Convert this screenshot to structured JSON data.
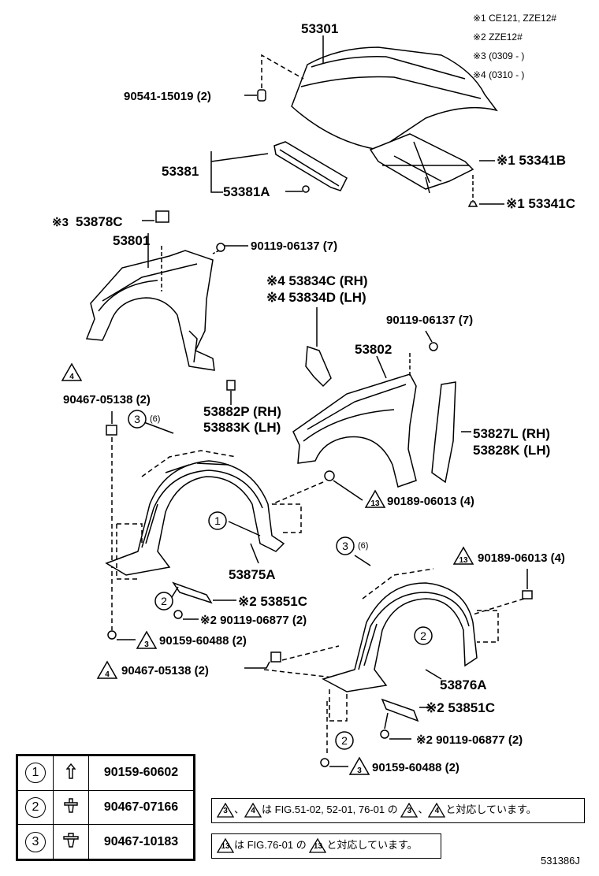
{
  "notes": {
    "n1": "※1 CE121, ZZE12#",
    "n2": "※2 ZZE12#",
    "n3": "※3 (0309 -       )",
    "n4": "※4 (0310 -       )"
  },
  "parts": {
    "hood": "53301",
    "hood_clip": "90541-15019 (2)",
    "seal": "53381",
    "seal_clip": "53381A",
    "insulator": "※1 53341B",
    "insulator_clip": "※1 53341C",
    "fender_liner_cap": "53878C",
    "fender_liner_cap_mark": "※3",
    "fender_rh": "53801",
    "bolt_upper_rh": "90119-06137 (7)",
    "bracket_rh": "※4 53834C (RH)",
    "bracket_lh": "※4 53834D (LH)",
    "bolt_upper_lh": "90119-06137 (7)",
    "fender_lh": "53802",
    "clip_a4": "90467-05138 (2)",
    "pad_rh": "53882P (RH)",
    "pad_lh": "53883K (LH)",
    "seal_rh": "53827L (RH)",
    "seal_lh": "53828K (LH)",
    "clip_a13_left": "90189-06013 (4)",
    "liner_rh": "53875A",
    "clip_a13_right": "90189-06013 (4)",
    "mudguard_rh": "※2 53851C",
    "bolt_rh": "※2 90119-06877 (2)",
    "screw_rh": "90159-60488 (2)",
    "clip_rh_bottom": "90467-05138 (2)",
    "liner_lh": "53876A",
    "mudguard_lh": "※2 53851C",
    "bolt_lh": "※2 90119-06877 (2)",
    "screw_lh": "90159-60488 (2)"
  },
  "callouts": {
    "tri4": "4",
    "tri3": "3",
    "tri13": "13",
    "c1": "1",
    "c2": "2",
    "c3": "3",
    "c3_qty": "(6)"
  },
  "legend": [
    {
      "num": "1",
      "part": "90159-60602"
    },
    {
      "num": "2",
      "part": "90467-07166"
    },
    {
      "num": "3",
      "part": "90467-10183"
    }
  ],
  "note_boxes": {
    "box1_pre": "は FIG.51-02, 52-01, 76-01 の",
    "box1_sep": "、",
    "box1_post": "と対応しています。",
    "box2_pre": "は FIG.76-01 の",
    "box2_post": "と対応しています。"
  },
  "diagram_id": "531386J"
}
